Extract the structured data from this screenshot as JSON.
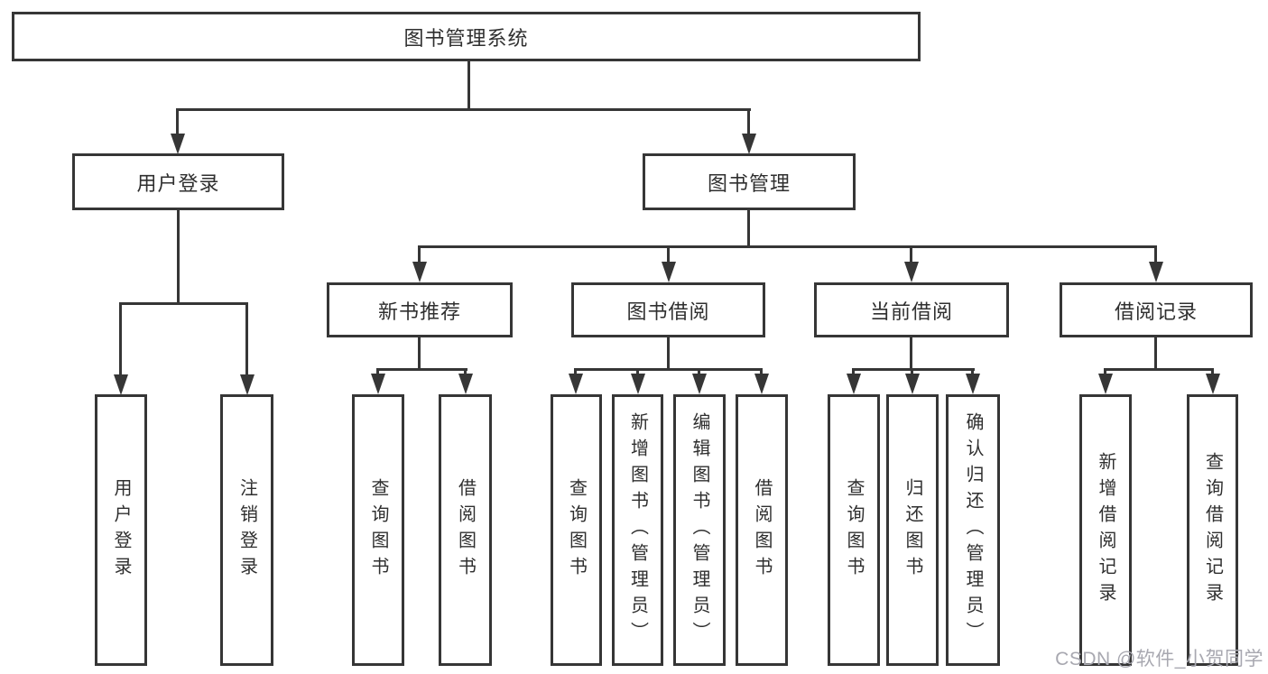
{
  "diagram": {
    "root": {
      "label": "图书管理系统"
    },
    "level2": [
      {
        "id": "user-login",
        "label": "用户登录"
      },
      {
        "id": "book-management",
        "label": "图书管理"
      }
    ],
    "level3": [
      {
        "id": "new-book-recommendation",
        "label": "新书推荐"
      },
      {
        "id": "book-borrowing",
        "label": "图书借阅"
      },
      {
        "id": "current-borrowing",
        "label": "当前借阅"
      },
      {
        "id": "borrowing-records",
        "label": "借阅记录"
      }
    ],
    "leaves": {
      "user_login": [
        {
          "label": "用户登录"
        },
        {
          "label": "注销登录"
        }
      ],
      "new_book_recommendation": [
        {
          "label": "查询图书"
        },
        {
          "label": "借阅图书"
        }
      ],
      "book_borrowing": [
        {
          "label": "查询图书"
        },
        {
          "label": "新增图书（管理员）"
        },
        {
          "label": "编辑图书（管理员）"
        },
        {
          "label": "借阅图书"
        }
      ],
      "current_borrowing": [
        {
          "label": "查询图书"
        },
        {
          "label": "归还图书"
        },
        {
          "label": "确认归还（管理员）"
        }
      ],
      "borrowing_records": [
        {
          "label": "新增借阅记录"
        },
        {
          "label": "查询借阅记录"
        }
      ]
    },
    "colors": {
      "line": "#363636",
      "text": "#2f2f2f",
      "watermark": "#a8a8b0",
      "background": "#ffffff"
    }
  },
  "watermark": {
    "text": "CSDN @软件_小贺同学"
  }
}
